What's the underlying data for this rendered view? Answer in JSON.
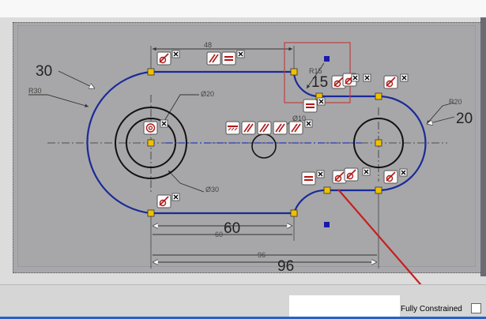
{
  "status": {
    "constraint_text": "Fully Constrained"
  },
  "dimensions": {
    "r30_small": "R30",
    "r30_big": "30",
    "d48_small": "48",
    "r15_small": "R15",
    "r15_big": "15",
    "d20_small": "Ø20",
    "d10_small": "Ø10",
    "r20_small": "R20",
    "r20_big": "20",
    "d30_small": "Ø30",
    "d60_small": "60",
    "d60_big": "60",
    "d96_small": "96",
    "d96_big": "96"
  },
  "colors": {
    "geometry": "#1a2a99",
    "annotation_arrow": "#c81e1e",
    "highlight_box": "#c04040",
    "constraint_glyph": "#b01818",
    "endpoint": "#f0c000"
  },
  "icons": {
    "tangent": "tangent-constraint-icon",
    "parallel": "parallel-constraint-icon",
    "equal": "equal-constraint-icon",
    "concentric": "concentric-constraint-icon",
    "horizontal": "horizontal-constraint-icon",
    "delete": "delete-constraint-icon"
  }
}
